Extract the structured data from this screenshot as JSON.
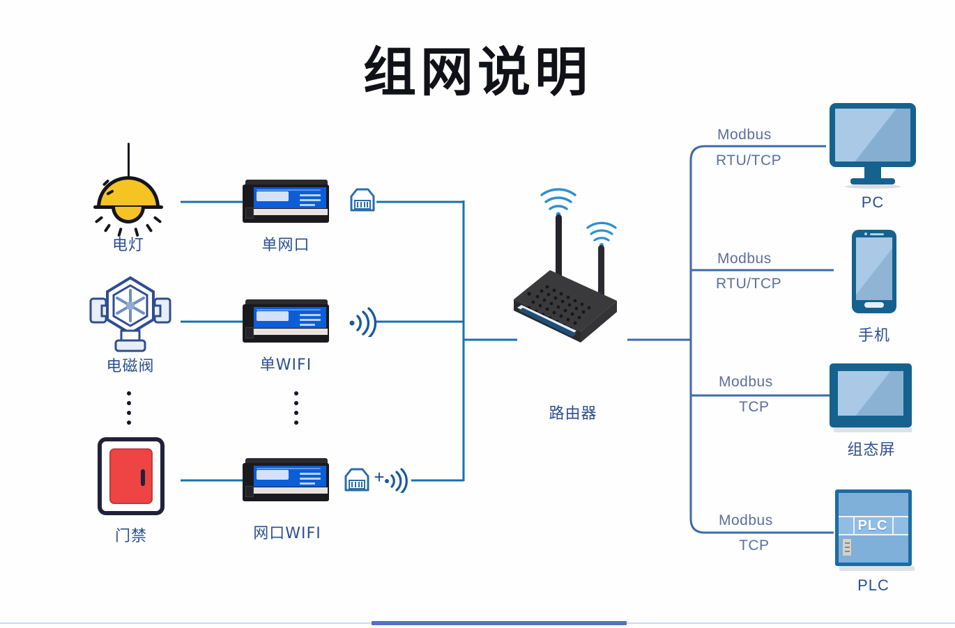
{
  "page": {
    "title": "组网说明",
    "background": "#ffffff",
    "accent_blue": "#15628f",
    "label_blue": "#2a4f8f",
    "proto_color": "#5c6f9c",
    "wire_color": "#1572ad",
    "bus_right_color": "#3f6aa8"
  },
  "field_devices": [
    {
      "name": "lamp",
      "label": "电灯",
      "icon": "ceiling-lamp-icon",
      "color": "#f5c322"
    },
    {
      "name": "valve",
      "label": "电磁阀",
      "icon": "solenoid-valve-icon",
      "color": "#2f4d8f"
    },
    {
      "name": "door",
      "label": "门禁",
      "icon": "access-control-icon",
      "color": "#ef4444"
    }
  ],
  "gateways": [
    {
      "name": "single-lan",
      "label": "单网口",
      "port_icons": [
        "rj45-icon"
      ]
    },
    {
      "name": "single-wifi",
      "label": "单WIFI",
      "port_icons": [
        "wifi-icon"
      ]
    },
    {
      "name": "lan-wifi",
      "label": "网口WIFI",
      "port_icons": [
        "rj45-icon",
        "plus-sign",
        "wifi-icon"
      ]
    }
  ],
  "router": {
    "label": "路由器",
    "icon": "wireless-router-icon",
    "antennas": 2,
    "wifi_waves": "wifi-wave-icon"
  },
  "clients": [
    {
      "name": "pc",
      "label": "PC",
      "icon": "monitor-icon",
      "protocol_line1": "Modbus",
      "protocol_line2": "RTU/TCP"
    },
    {
      "name": "phone",
      "label": "手机",
      "icon": "smartphone-icon",
      "protocol_line1": "Modbus",
      "protocol_line2": "RTU/TCP"
    },
    {
      "name": "hmi",
      "label": "组态屏",
      "icon": "hmi-panel-icon",
      "protocol_line1": "Modbus",
      "protocol_line2": "TCP"
    },
    {
      "name": "plc",
      "label": "PLC",
      "icon": "plc-icon",
      "protocol_line1": "Modbus",
      "protocol_line2": "TCP",
      "device_text": "PLC"
    }
  ],
  "ellipsis": {
    "device_column": "⋮",
    "gateway_column": "⋮",
    "dot_count": 4
  },
  "plus_sign": "+"
}
